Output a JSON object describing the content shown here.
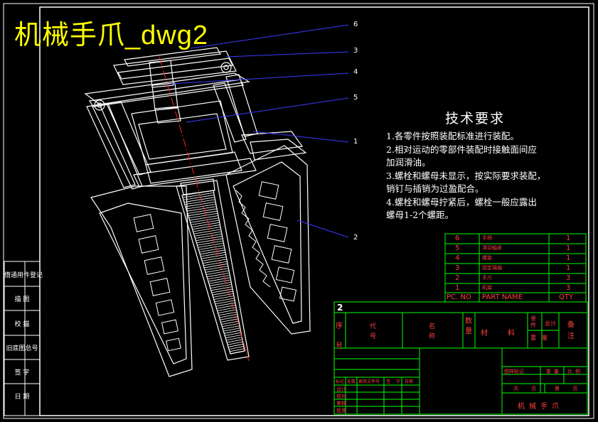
{
  "drawing": {
    "title": "机械手爪_dwg2",
    "tech_requirements": {
      "heading": "技术要求",
      "lines": [
        "1.各零件按照装配标准进行装配。",
        "2.相对运动的零部件装配时接触面间应",
        "加润滑油。",
        "3.螺栓和螺母未显示，按实际要求装配，",
        "销钉与插销为过盈配合。",
        "4.螺栓和螺母拧紧后，螺栓一般应露出",
        "螺母1-2个螺距。"
      ]
    },
    "balloons": [
      "6",
      "3",
      "4",
      "5",
      "1",
      "2"
    ],
    "side_stamp": [
      "借通用件登记",
      "描 图",
      "校 描",
      "旧底图总号",
      "签 字",
      "日 期"
    ],
    "parts_list": {
      "rows": [
        {
          "no": "6",
          "name": "手柄",
          "qty": "1"
        },
        {
          "no": "5",
          "name": "滑动轴承",
          "qty": "1"
        },
        {
          "no": "4",
          "name": "螺旋",
          "qty": "1"
        },
        {
          "no": "3",
          "name": "固定端轴",
          "qty": "1"
        },
        {
          "no": "2",
          "name": "手爪",
          "qty": "3"
        },
        {
          "no": "1",
          "name": "机架",
          "qty": "3"
        }
      ],
      "header": {
        "no": "PC. NO",
        "name": "PART NAME",
        "qty": "QTY"
      }
    },
    "title_block": {
      "sheet_no": "2",
      "col_seq": "序号",
      "col_code": "代号",
      "col_name": "名称",
      "col_qty": "数量",
      "col_material": "材料",
      "col_single": "单件",
      "col_total": "总计",
      "col_weight": "重量",
      "col_note": "备注",
      "sign_headers": [
        "标记",
        "处数",
        "更改文件号",
        "签",
        "字",
        "日期"
      ],
      "roles": [
        "设计",
        "校对",
        "审核",
        "批准"
      ],
      "stage": "图样标记",
      "weight": "重量",
      "scale": "比例",
      "sheets": "共 页",
      "sheet": "第 页",
      "drawing_name": "机械手爪"
    }
  }
}
